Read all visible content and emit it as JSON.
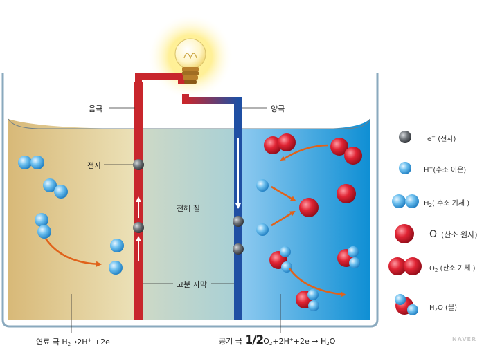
{
  "labels": {
    "anode": "음극",
    "cathode": "양극",
    "electron": "전자",
    "electrolyte": "전해 질",
    "membrane": "고분 자막"
  },
  "equations": {
    "anode_prefix": "연료 극 H",
    "anode_sub": "2",
    "anode_mid": "→2H",
    "anode_sup": "+",
    "anode_end": " +2e",
    "cathode_prefix": "공기 극 ",
    "cathode_half": "1/2",
    "cathode_o": "O",
    "cathode_o_sub": "2",
    "cathode_mid": "+2H",
    "cathode_sup": "+",
    "cathode_end": "+2e → H",
    "cathode_h2o_sub": "2",
    "cathode_h2o_end": "O"
  },
  "legend": [
    {
      "symbol": "e",
      "symbol_sup": "−",
      "text": " (전자)",
      "icon": "electron-icon"
    },
    {
      "symbol": "H",
      "symbol_sup": "+",
      "text": "(수소 이온)",
      "icon": "hydrogen-ion-icon"
    },
    {
      "symbol": "H",
      "symbol_sub": "2",
      "text": "( 수소 기체 )",
      "icon": "hydrogen-gas-icon"
    },
    {
      "symbol": "O",
      "text": "(산소 원자)",
      "icon": "oxygen-atom-icon"
    },
    {
      "symbol": "O",
      "symbol_sub": "2",
      "text": " (산소 기체 )",
      "icon": "oxygen-gas-icon"
    },
    {
      "symbol": "H",
      "symbol_sub": "2",
      "symbol_tail": "O",
      "text": " (물)",
      "icon": "water-molecule-icon"
    }
  ],
  "watermark": "NAVER",
  "colors": {
    "fuel_side": "#dcc48a",
    "electrolyte": "#b9d6d0",
    "air_side": "#2e9bd6",
    "anode_red": "#c8262c",
    "cathode_blue": "#1f4fa3",
    "electron_gray": "#6b6f73",
    "hydrogen_blue": "#4aa6e0",
    "oxygen_red": "#d01e2e",
    "arrow_orange": "#e0621a"
  }
}
